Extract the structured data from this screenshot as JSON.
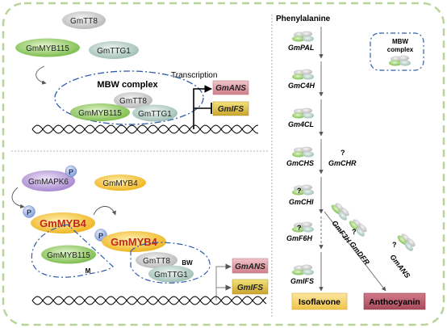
{
  "colors": {
    "frame": "#b7d59a",
    "gmtt8": "#c8c8c8",
    "gmmyb115": "#8fc85f",
    "gmttg1": "#b5cfc8",
    "gmmapk6": "#b89ad8",
    "gmmyb4": "#f2c23a",
    "phospho": "#8fa8de",
    "ans": "#d98a96",
    "ifs": "#d2b43c",
    "isoflavone": "#f5d36a",
    "anthocyanin": "#b55a6a",
    "dash_blue": "#2f5da8"
  },
  "top": {
    "gmtt8": "GmTT8",
    "gmmyb115": "GmMYB115",
    "gmttg1": "GmTTG1",
    "mbw_complex": "MBW complex",
    "transcription": "Transcription",
    "gmans": "GmANS",
    "gmifs": "GmIFS"
  },
  "bottom": {
    "p": "P",
    "gmmapk6": "GmMAPK6",
    "gmmyb4_label": "GmMYB4",
    "gmmyb4_big": "GmMYB4",
    "gmmyb115": "GmMYB115",
    "m": "M",
    "gmtt8": "GmTT8",
    "gmttg1": "GmTTG1",
    "bw": "BW",
    "gmans": "GmANS",
    "gmifs": "GmIFS"
  },
  "pathway": {
    "phenylalanine": "Phenylalanine",
    "legend_label_1": "MBW",
    "legend_label_2": "complex",
    "gmpal": "GmPAL",
    "gmc4h": "GmC4H",
    "gm4cl": "Gm4CL",
    "gmchs": "GmCHS",
    "gmchr": "GmCHR",
    "gmchi": "GmCHI",
    "gmf3h": "GmF3H",
    "gmf6h": "GmF6H",
    "gmdfr": "GmDFR",
    "gmans": "GmANS",
    "gmifs": "GmIFS",
    "q": "?",
    "isoflavone": "Isoflavone",
    "anthocyanin": "Anthocyanin"
  }
}
